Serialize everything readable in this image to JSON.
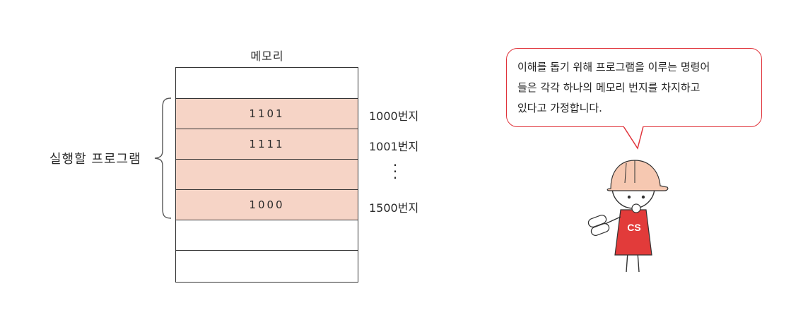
{
  "memory": {
    "title": "메모리",
    "cells": [
      {
        "value": ""
      },
      {
        "value": "1101"
      },
      {
        "value": "1111"
      },
      {
        "value": ""
      },
      {
        "value": "1000"
      },
      {
        "value": ""
      },
      {
        "value": ""
      }
    ],
    "addresses": [
      "1000번지",
      "1001번지",
      "1500번지"
    ],
    "ellipsis": "⋮"
  },
  "program_label": "실행할 프로그램",
  "bubble": {
    "lines": [
      "이해를 돕기 위해 프로그램을 이루는 명령어",
      "들은 각각 하나의 메모리 번지를 차지하고",
      "있다고 가정합니다."
    ]
  },
  "character": {
    "shirt_text": "CS",
    "colors": {
      "helmet": "#f6c8b1",
      "shirt": "#e23b3a",
      "memory_highlight": "#f6d4c6",
      "bubble_border": "#e0343b"
    }
  }
}
